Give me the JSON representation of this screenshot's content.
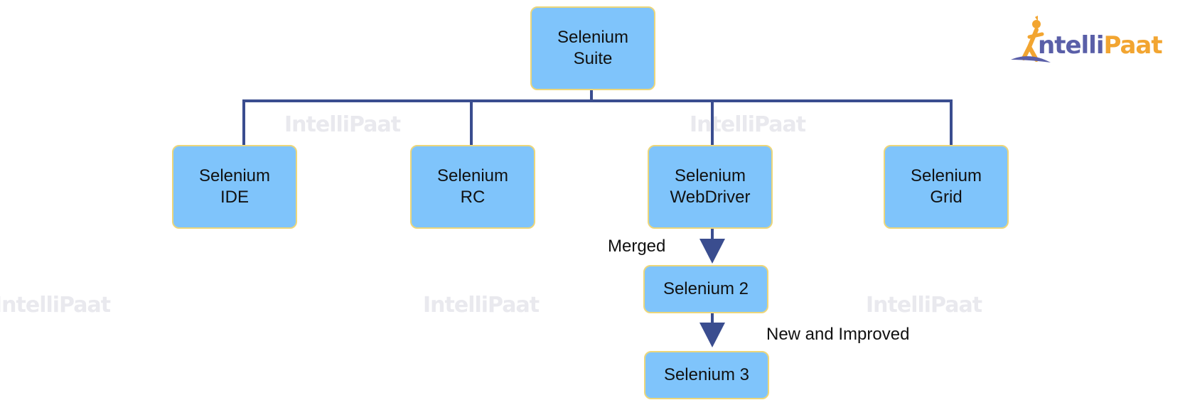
{
  "diagram": {
    "root": {
      "line1": "Selenium",
      "line2": "Suite"
    },
    "components": [
      {
        "line1": "Selenium",
        "line2": "IDE"
      },
      {
        "line1": "Selenium",
        "line2": "RC"
      },
      {
        "line1": "Selenium",
        "line2": "WebDriver"
      },
      {
        "line1": "Selenium",
        "line2": "Grid"
      }
    ],
    "selenium2": "Selenium 2",
    "selenium3": "Selenium 3",
    "merged_label": "Merged",
    "improved_label": "New and Improved"
  },
  "logo": {
    "part1": "ntelli",
    "part2": "Paat"
  },
  "watermark_text": "IntelliPaat",
  "colors": {
    "node_fill": "#7fc4fb",
    "node_border": "#ecd67a",
    "connector": "#3a4d8f",
    "logo_purple": "#5a5fa8",
    "logo_orange": "#f2a531"
  }
}
